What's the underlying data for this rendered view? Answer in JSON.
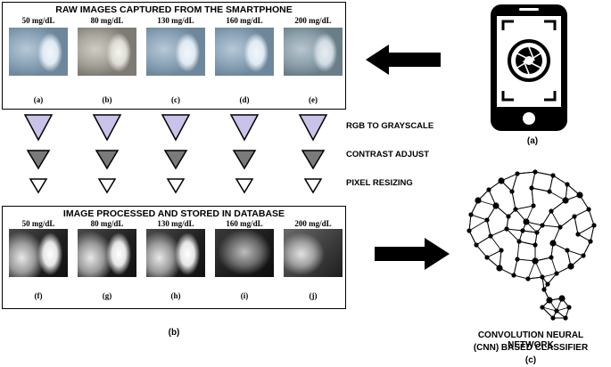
{
  "panel_b": {
    "raw_title": "RAW IMAGES CAPTURED FROM THE SMARTPHONE",
    "processed_title": "IMAGE PROCESSED AND STORED IN DATABASE",
    "raw_images": [
      {
        "conc": "50 mg/dL",
        "label": "(a)"
      },
      {
        "conc": "80 mg/dL",
        "label": "(b)"
      },
      {
        "conc": "130 mg/dL",
        "label": "(c)"
      },
      {
        "conc": "160 mg/dL",
        "label": "(d)"
      },
      {
        "conc": "200 mg/dL",
        "label": "(e)"
      }
    ],
    "processed_images": [
      {
        "conc": "50 mg/dL",
        "label": "(f)"
      },
      {
        "conc": "80 mg/dL",
        "label": "(g)"
      },
      {
        "conc": "130 mg/dL",
        "label": "(h)"
      },
      {
        "conc": "160 mg/dL",
        "label": "(i)"
      },
      {
        "conc": "200 mg/dL",
        "label": "(j)"
      }
    ],
    "steps": [
      {
        "label": "RGB TO GRAYSCALE",
        "color": "#c9c3ea"
      },
      {
        "label": "CONTRAST ADJUST",
        "color": "#7a7a7a"
      },
      {
        "label": "PIXEL RESIZING",
        "color": "#ffffff"
      }
    ],
    "caption": "(b)"
  },
  "panel_a": {
    "caption": "(a)",
    "icon": "smartphone-camera-icon"
  },
  "panel_c": {
    "title_line1": "CONVOLUTION NEURAL NETWORK",
    "title_line2": "(CNN) BASED CLASSIFIER",
    "caption": "(c)",
    "icon": "brain-network-icon"
  },
  "arrows": {
    "phone_to_raw": "left-arrow-icon",
    "processed_to_cnn": "right-arrow-icon"
  }
}
